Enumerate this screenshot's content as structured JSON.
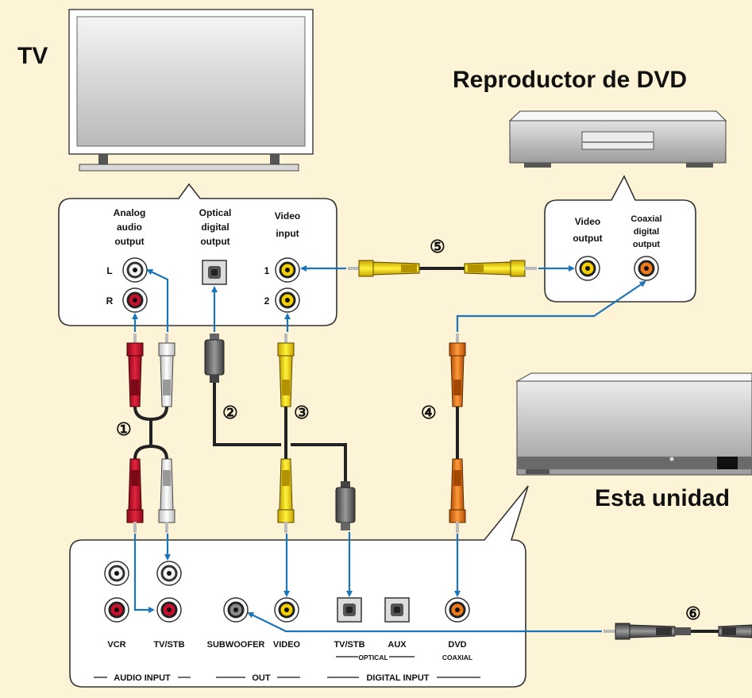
{
  "titles": {
    "tv": "TV",
    "dvd_player": "Reproductor de DVD",
    "this_unit": "Esta unidad"
  },
  "tv_panel": {
    "analog_audio_output": [
      "Analog",
      "audio",
      "output"
    ],
    "optical_digital_output": [
      "Optical",
      "digital",
      "output"
    ],
    "video_input": [
      "Video",
      "input"
    ],
    "left": "L",
    "right": "R",
    "input_1": "1",
    "input_2": "2"
  },
  "dvd_panel": {
    "video_output": [
      "Video",
      "output"
    ],
    "coaxial_digital_output": [
      "Coaxial",
      "digital",
      "output"
    ]
  },
  "cable_numbers": [
    "①",
    "②",
    "③",
    "④",
    "⑤",
    "⑥"
  ],
  "unit_panel": {
    "vcr": "VCR",
    "tv_stb": "TV/STB",
    "subwoofer": "SUBWOOFER",
    "video": "VIDEO",
    "optical_tv_stb": "TV/STB",
    "aux": "AUX",
    "dvd": "DVD",
    "optical": "OPTICAL",
    "coaxial": "COAXIAL",
    "audio_input": "AUDIO INPUT",
    "out": "OUT",
    "digital_input": "DIGITAL INPUT"
  },
  "colors": {
    "background": "#fdf3d6",
    "arrow_blue": "#1b75bc",
    "jack_red": "#c8102e",
    "jack_white": "#ffffff",
    "jack_yellow": "#f5d000",
    "jack_orange": "#f07a1a",
    "jack_gray": "#8a8a8a"
  }
}
